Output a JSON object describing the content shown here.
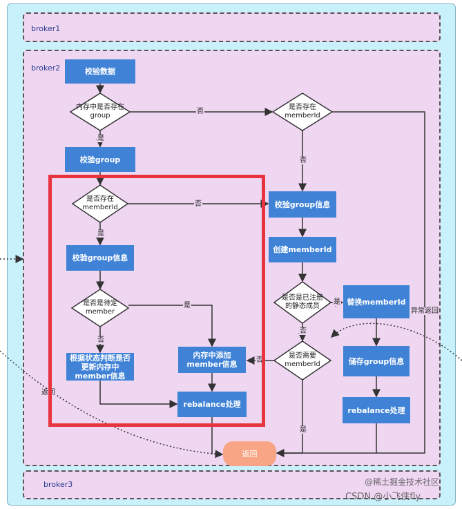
{
  "brokers": {
    "broker1": "broker1",
    "broker2": "broker2",
    "broker3": "broker3"
  },
  "nodes": {
    "validate_data": "校验数据",
    "group_in_memory": "内存中是否存在group",
    "validate_group": "校验group",
    "member_exists_left": "是否存在memberId",
    "validate_group_info_left": "校验group信息",
    "pending_member": "是否是待定member",
    "update_by_state": "根据状态判断是否更新内存中member信息",
    "add_member_info": "内存中添加member信息",
    "rebalance_left": "rebalance处理",
    "member_exists_right": "是否存在memberId",
    "validate_group_info_right": "校验group信息",
    "create_member_id": "创建memberId",
    "registered_static": "是否是已注册的静态成员",
    "replace_member_id": "替换memberId",
    "need_member_id": "是否需要memberId",
    "store_group_info": "储存group信息",
    "rebalance_right": "rebalance处理",
    "return_node": "返回"
  },
  "edge_labels": {
    "no_1": "否",
    "yes_1": "是",
    "no_2": "否",
    "no_3": "否",
    "yes_2": "是",
    "yes_3": "是",
    "no_4": "否",
    "yes_4": "是",
    "no_5": "否",
    "no_6": "否",
    "yes_5": "是",
    "abnormal_return": "异常返回",
    "return_left": "返回"
  },
  "watermark": {
    "line1": "@稀土掘金技术社区",
    "line2": "CSDN @小飞侠fly"
  },
  "colors": {
    "frame": "#c9f1fb",
    "broker_fill": "#efd6f1",
    "process": "#3f82d6",
    "return": "#f7a585",
    "highlight": "#e8343e"
  }
}
